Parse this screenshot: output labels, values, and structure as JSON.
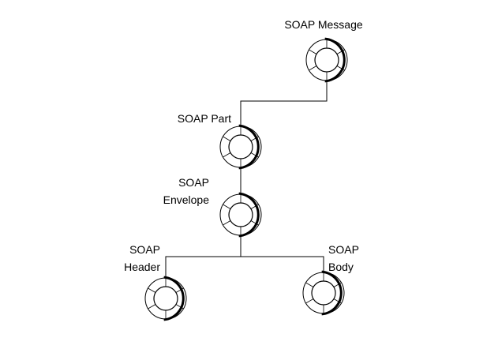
{
  "diagram": {
    "nodes": [
      {
        "id": "soap-message",
        "label_lines": [
          "SOAP Message"
        ],
        "icon": "ring-node-icon"
      },
      {
        "id": "soap-part",
        "label_lines": [
          "SOAP Part"
        ],
        "icon": "ring-node-icon"
      },
      {
        "id": "soap-envelope",
        "label_lines": [
          "SOAP",
          "Envelope"
        ],
        "icon": "ring-node-icon"
      },
      {
        "id": "soap-header",
        "label_lines": [
          "SOAP",
          "Header"
        ],
        "icon": "ring-node-icon"
      },
      {
        "id": "soap-body",
        "label_lines": [
          "SOAP",
          "Body"
        ],
        "icon": "ring-node-icon"
      }
    ],
    "edges": [
      {
        "from": "soap-message",
        "to": "soap-part"
      },
      {
        "from": "soap-part",
        "to": "soap-envelope"
      },
      {
        "from": "soap-envelope",
        "to": "soap-header"
      },
      {
        "from": "soap-envelope",
        "to": "soap-body"
      }
    ],
    "colors": {
      "line": "#000000",
      "background": "#ffffff"
    }
  }
}
